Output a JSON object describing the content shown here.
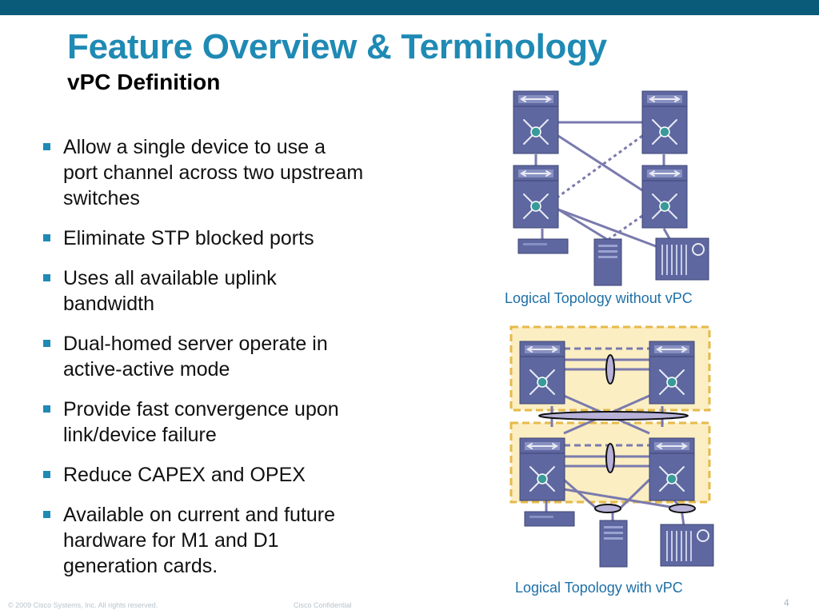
{
  "slide": {
    "title": "Feature Overview & Terminology",
    "subtitle": "vPC Definition",
    "bullets": [
      [
        "Allow a single device to use a",
        "port channel across two upstream",
        "switches"
      ],
      [
        "Eliminate STP blocked ports"
      ],
      [
        "Uses all available uplink",
        "bandwidth"
      ],
      [
        "Dual-homed server operate in",
        "active-active mode"
      ],
      [
        "Provide fast convergence upon",
        "link/device failure"
      ],
      [
        "Reduce CAPEX and OPEX"
      ],
      [
        "Available on current and future",
        "hardware for M1 and D1",
        "generation cards."
      ]
    ],
    "colors": {
      "accent": "#1f8ab4",
      "top_bar": "#0a5a7a",
      "caption": "#1e6fa6",
      "device": "#535c94",
      "link": "#7a7aae",
      "domain_fill": "#fbeec2",
      "domain_border": "#e6b94a"
    }
  },
  "diagrams": {
    "without_vpc": {
      "caption": "Logical Topology without vPC",
      "devices": [
        "switch-icon",
        "switch-icon",
        "switch-icon",
        "switch-icon",
        "host-icon",
        "server-icon",
        "storage-icon"
      ]
    },
    "with_vpc": {
      "caption": "Logical Topology with vPC",
      "devices": [
        "switch-icon",
        "switch-icon",
        "switch-icon",
        "switch-icon",
        "host-icon",
        "server-icon",
        "storage-icon"
      ]
    }
  },
  "footer": {
    "copyright": "© 2009 Cisco Systems, Inc. All rights reserved.",
    "confidential": "Cisco Confidential",
    "page_number": "4"
  }
}
